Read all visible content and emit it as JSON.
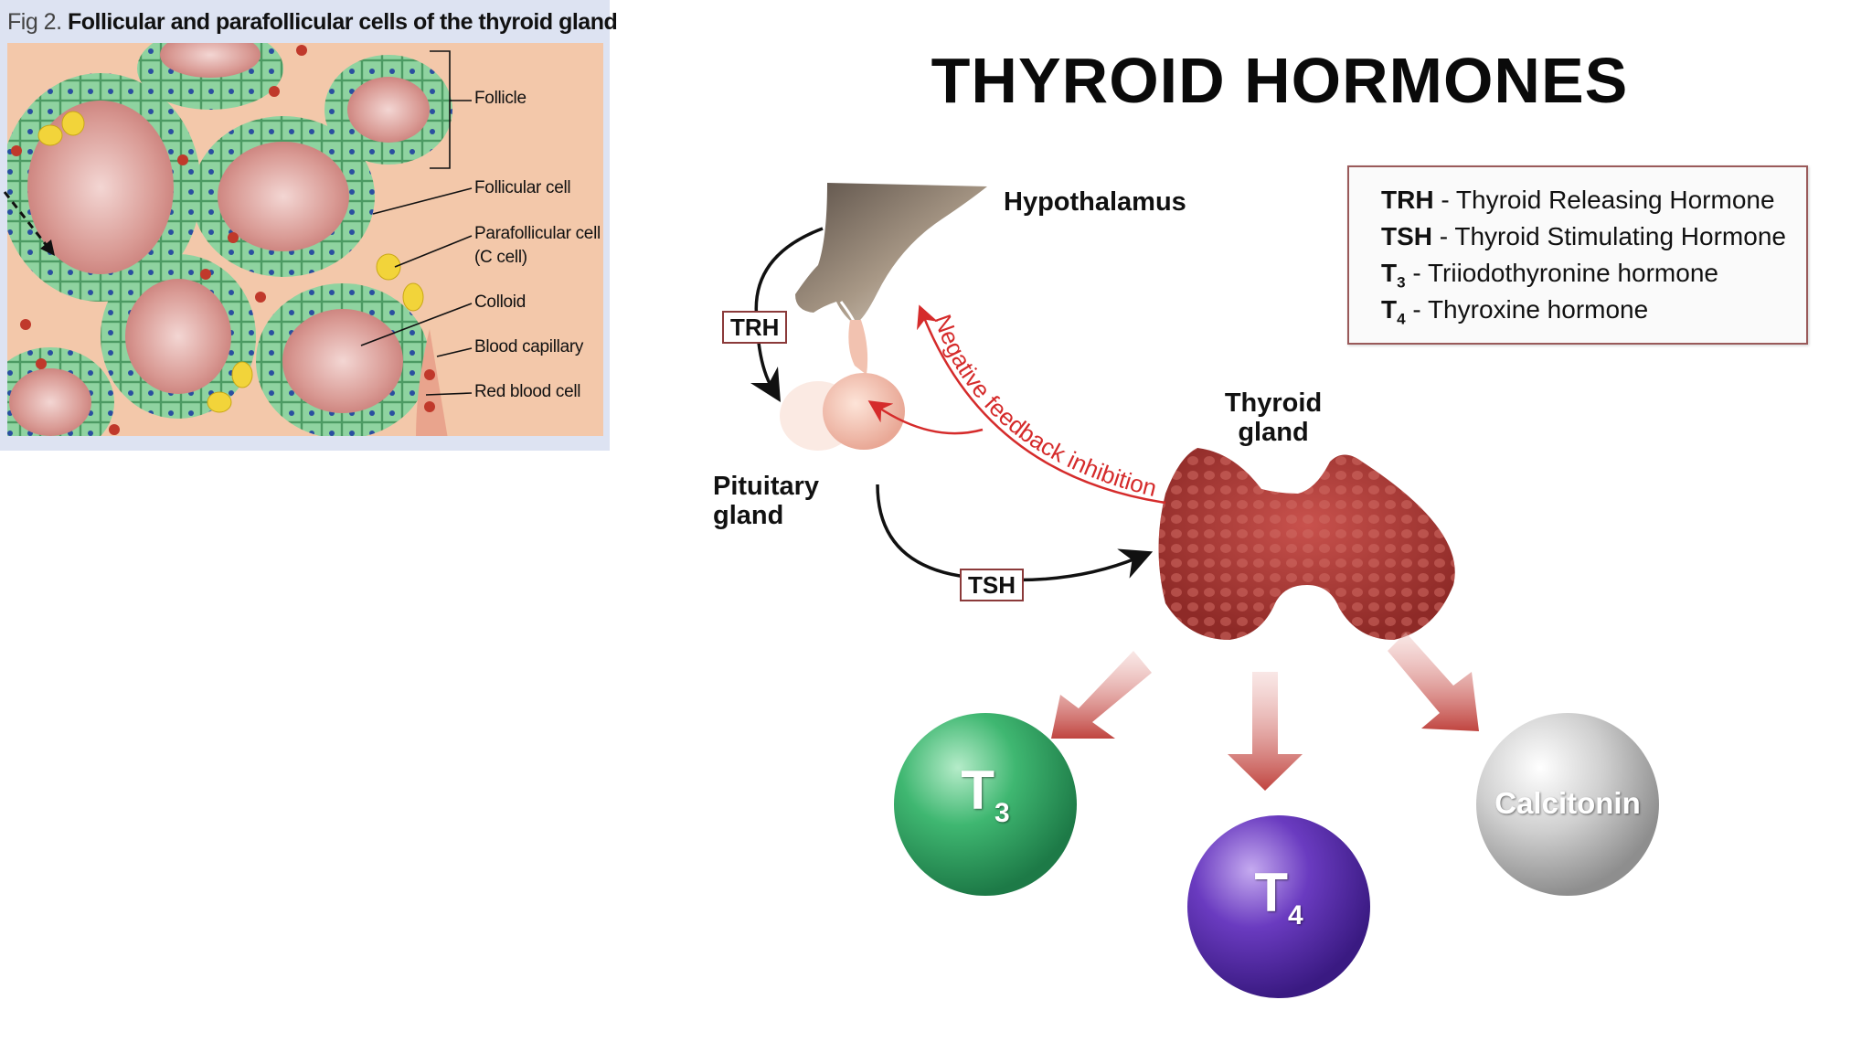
{
  "figure": {
    "caption_num": "Fig 2.",
    "caption_title": "Follicular and parafollicular cells of the thyroid gland",
    "labels": {
      "follicle": "Follicle",
      "follicular_cell": "Follicular cell",
      "parafollicular_cell": "Parafollicular cell",
      "c_cell": "(C cell)",
      "colloid": "Colloid",
      "blood_capillary": "Blood capillary",
      "red_blood_cell": "Red blood cell"
    }
  },
  "title": "THYROID HORMONES",
  "organs": {
    "hypothalamus": "Hypothalamus",
    "pituitary_line1": "Pituitary",
    "pituitary_line2": "gland",
    "thyroid_line1": "Thyroid",
    "thyroid_line2": "gland"
  },
  "arrows": {
    "trh": "TRH",
    "tsh": "TSH",
    "feedback": "Negative feedback inhibition"
  },
  "legend": {
    "rows": [
      {
        "abbr": "TRH",
        "sub": "",
        "desc": " - Thyroid Releasing Hormone"
      },
      {
        "abbr": "TSH",
        "sub": "",
        "desc": " - Thyroid Stimulating Hormone"
      },
      {
        "abbr": "T",
        "sub": "3",
        "desc": " - Triiodothyronine hormone"
      },
      {
        "abbr": "T",
        "sub": "4",
        "desc": " - Thyroxine hormone"
      }
    ]
  },
  "hormones": {
    "t3_letter": "T",
    "t3_sub": "3",
    "t4_letter": "T",
    "t4_sub": "4",
    "calcitonin": "Calcitonin"
  },
  "colors": {
    "t3": "#2ea866",
    "t4": "#5c2fae",
    "calcitonin": "#b9b9b9",
    "feedback": "#d52b2b",
    "thyroid": "#b8403c",
    "follicle_cells": "#8fd3a0",
    "colloid": "#d99a94"
  }
}
